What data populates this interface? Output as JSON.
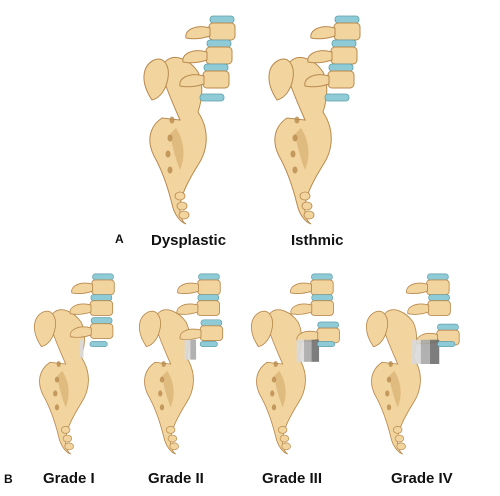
{
  "colors": {
    "bone": "#f2d49e",
    "bone_shadow": "#d8b073",
    "bone_outline": "#b88a4e",
    "disc": "#8fcbd6",
    "disc_outline": "#5e9ea9",
    "slip_light": "#d9d9d9",
    "slip_mid": "#a9a9a9",
    "slip_dark": "#6f6f6f",
    "text": "#111111"
  },
  "panel_a": {
    "label": "A",
    "figures": [
      {
        "label": "Dysplastic",
        "icon": "dysplastic-spine-icon",
        "slip_level": 0
      },
      {
        "label": "Isthmic",
        "icon": "isthmic-spine-icon",
        "slip_level": 0
      }
    ]
  },
  "panel_b": {
    "label": "B",
    "figures": [
      {
        "label": "Grade I",
        "icon": "grade-1-spine-icon",
        "slip_level": 0.25
      },
      {
        "label": "Grade II",
        "icon": "grade-2-spine-icon",
        "slip_level": 0.5
      },
      {
        "label": "Grade III",
        "icon": "grade-3-spine-icon",
        "slip_level": 0.75
      },
      {
        "label": "Grade IV",
        "icon": "grade-4-spine-icon",
        "slip_level": 1.0
      }
    ]
  }
}
